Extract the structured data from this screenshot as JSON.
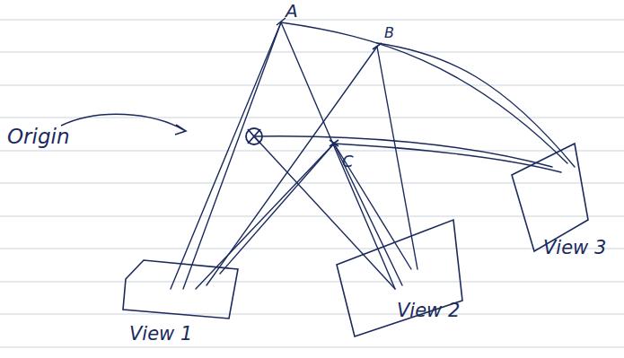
{
  "diagram": {
    "nodes": [
      {
        "text": [
          "View 1"
        ]
      },
      {
        "text": [
          "View 2"
        ]
      },
      {
        "text": [
          "View 3"
        ]
      }
    ],
    "labels": [
      "Origin",
      "A",
      "B",
      "C"
    ]
  }
}
